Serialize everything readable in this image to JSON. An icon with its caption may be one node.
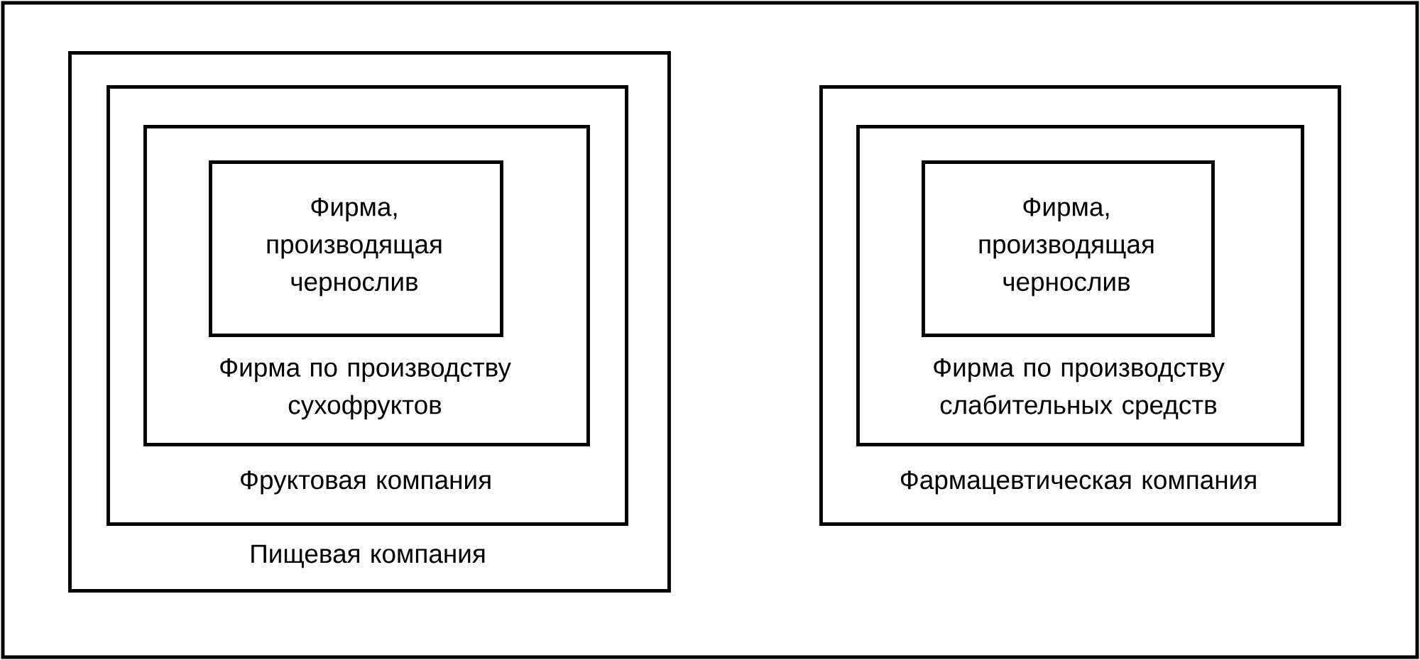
{
  "diagram": {
    "nodes": [
      {
        "text": [
          "Пищевая компания"
        ]
      },
      {
        "text": [
          "Фруктовая компания"
        ],
        "in": 0
      },
      {
        "text": [
          "Фирма по производству сухофруктов"
        ],
        "in": 1
      },
      {
        "text": [
          "Фирма, производящая чернослив"
        ],
        "in": 2
      },
      {
        "text": [
          "Фармацевтическая компания"
        ]
      },
      {
        "text": [
          "Фирма по производству слабительных средств"
        ],
        "in": 4
      },
      {
        "text": [
          "Фирма, производящая чернослив"
        ],
        "in": 5
      }
    ]
  }
}
